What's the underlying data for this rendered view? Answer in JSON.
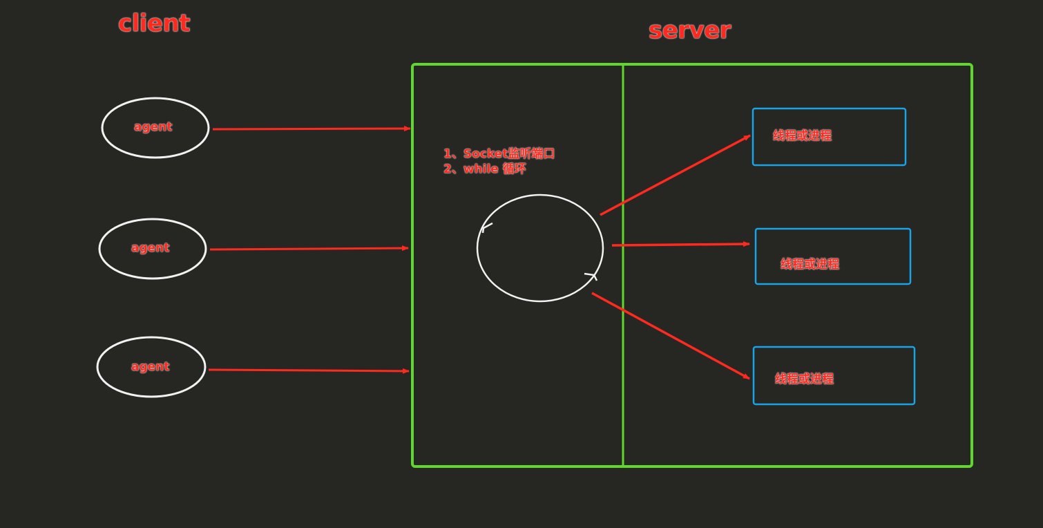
{
  "labels": {
    "client": "client",
    "server": "server"
  },
  "agents": [
    "agent",
    "agent",
    "agent"
  ],
  "server": {
    "steps": [
      "1、Socket监听端口",
      "2、while 循环"
    ],
    "workers": [
      "线程或进程",
      "线程或进程",
      "线程或进程"
    ]
  },
  "colors": {
    "background": "#262722",
    "arrow": "#ff2a1f",
    "server_border": "#5fd72c",
    "worker_border": "#1aa3e6",
    "outline": "#f2f2f2"
  }
}
